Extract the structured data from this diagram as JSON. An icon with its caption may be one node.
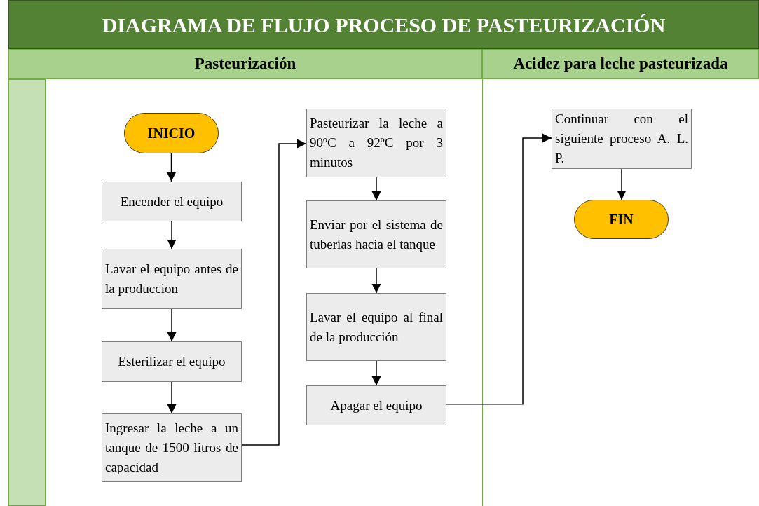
{
  "diagram": {
    "title": "DIAGRAMA DE FLUJO PROCESO DE PASTEURIZACIÓN",
    "nodes": [
      {
        "text": [
          "Pasteurización"
        ]
      },
      {
        "text": [
          "Acidez para leche pasteurizada"
        ]
      },
      {
        "text": [],
        "shape": "bar"
      },
      {
        "text": [
          "INICIO"
        ]
      },
      {
        "text": [
          "Encender el equipo"
        ]
      },
      {
        "text": [
          "Lavar el equipo antes de la produccion"
        ]
      },
      {
        "text": [
          "Esterilizar el equipo"
        ]
      },
      {
        "text": [
          "Ingresar la leche a un tanque de 1500 litros de capacidad"
        ]
      },
      {
        "text": [
          "Pasteurizar la leche a 90ºC a 92ºC por 3 minutos"
        ]
      },
      {
        "text": [
          "Enviar por el sistema de tuberías hacia el tanque"
        ]
      },
      {
        "text": [
          "Lavar el equipo al final de la producción"
        ]
      },
      {
        "text": [
          "Apagar el equipo"
        ]
      },
      {
        "text": [
          "Continuar con el siguiente proceso A. L. P."
        ]
      },
      {
        "text": [
          "FIN"
        ]
      }
    ],
    "edges": [
      {
        "from": 3,
        "to": 4,
        "arrow": "to"
      },
      {
        "from": 4,
        "to": 5,
        "arrow": "to"
      },
      {
        "from": 5,
        "to": 6,
        "arrow": "to"
      },
      {
        "from": 6,
        "to": 7,
        "arrow": "to"
      },
      {
        "from": 7,
        "to": 8,
        "arrow": "to"
      },
      {
        "from": 8,
        "to": 9,
        "arrow": "to"
      },
      {
        "from": 9,
        "to": 10,
        "arrow": "to"
      },
      {
        "from": 10,
        "to": 11,
        "arrow": "to"
      },
      {
        "from": 11,
        "to": 12,
        "arrow": "to"
      },
      {
        "from": 12,
        "to": 13,
        "arrow": "to"
      }
    ]
  }
}
